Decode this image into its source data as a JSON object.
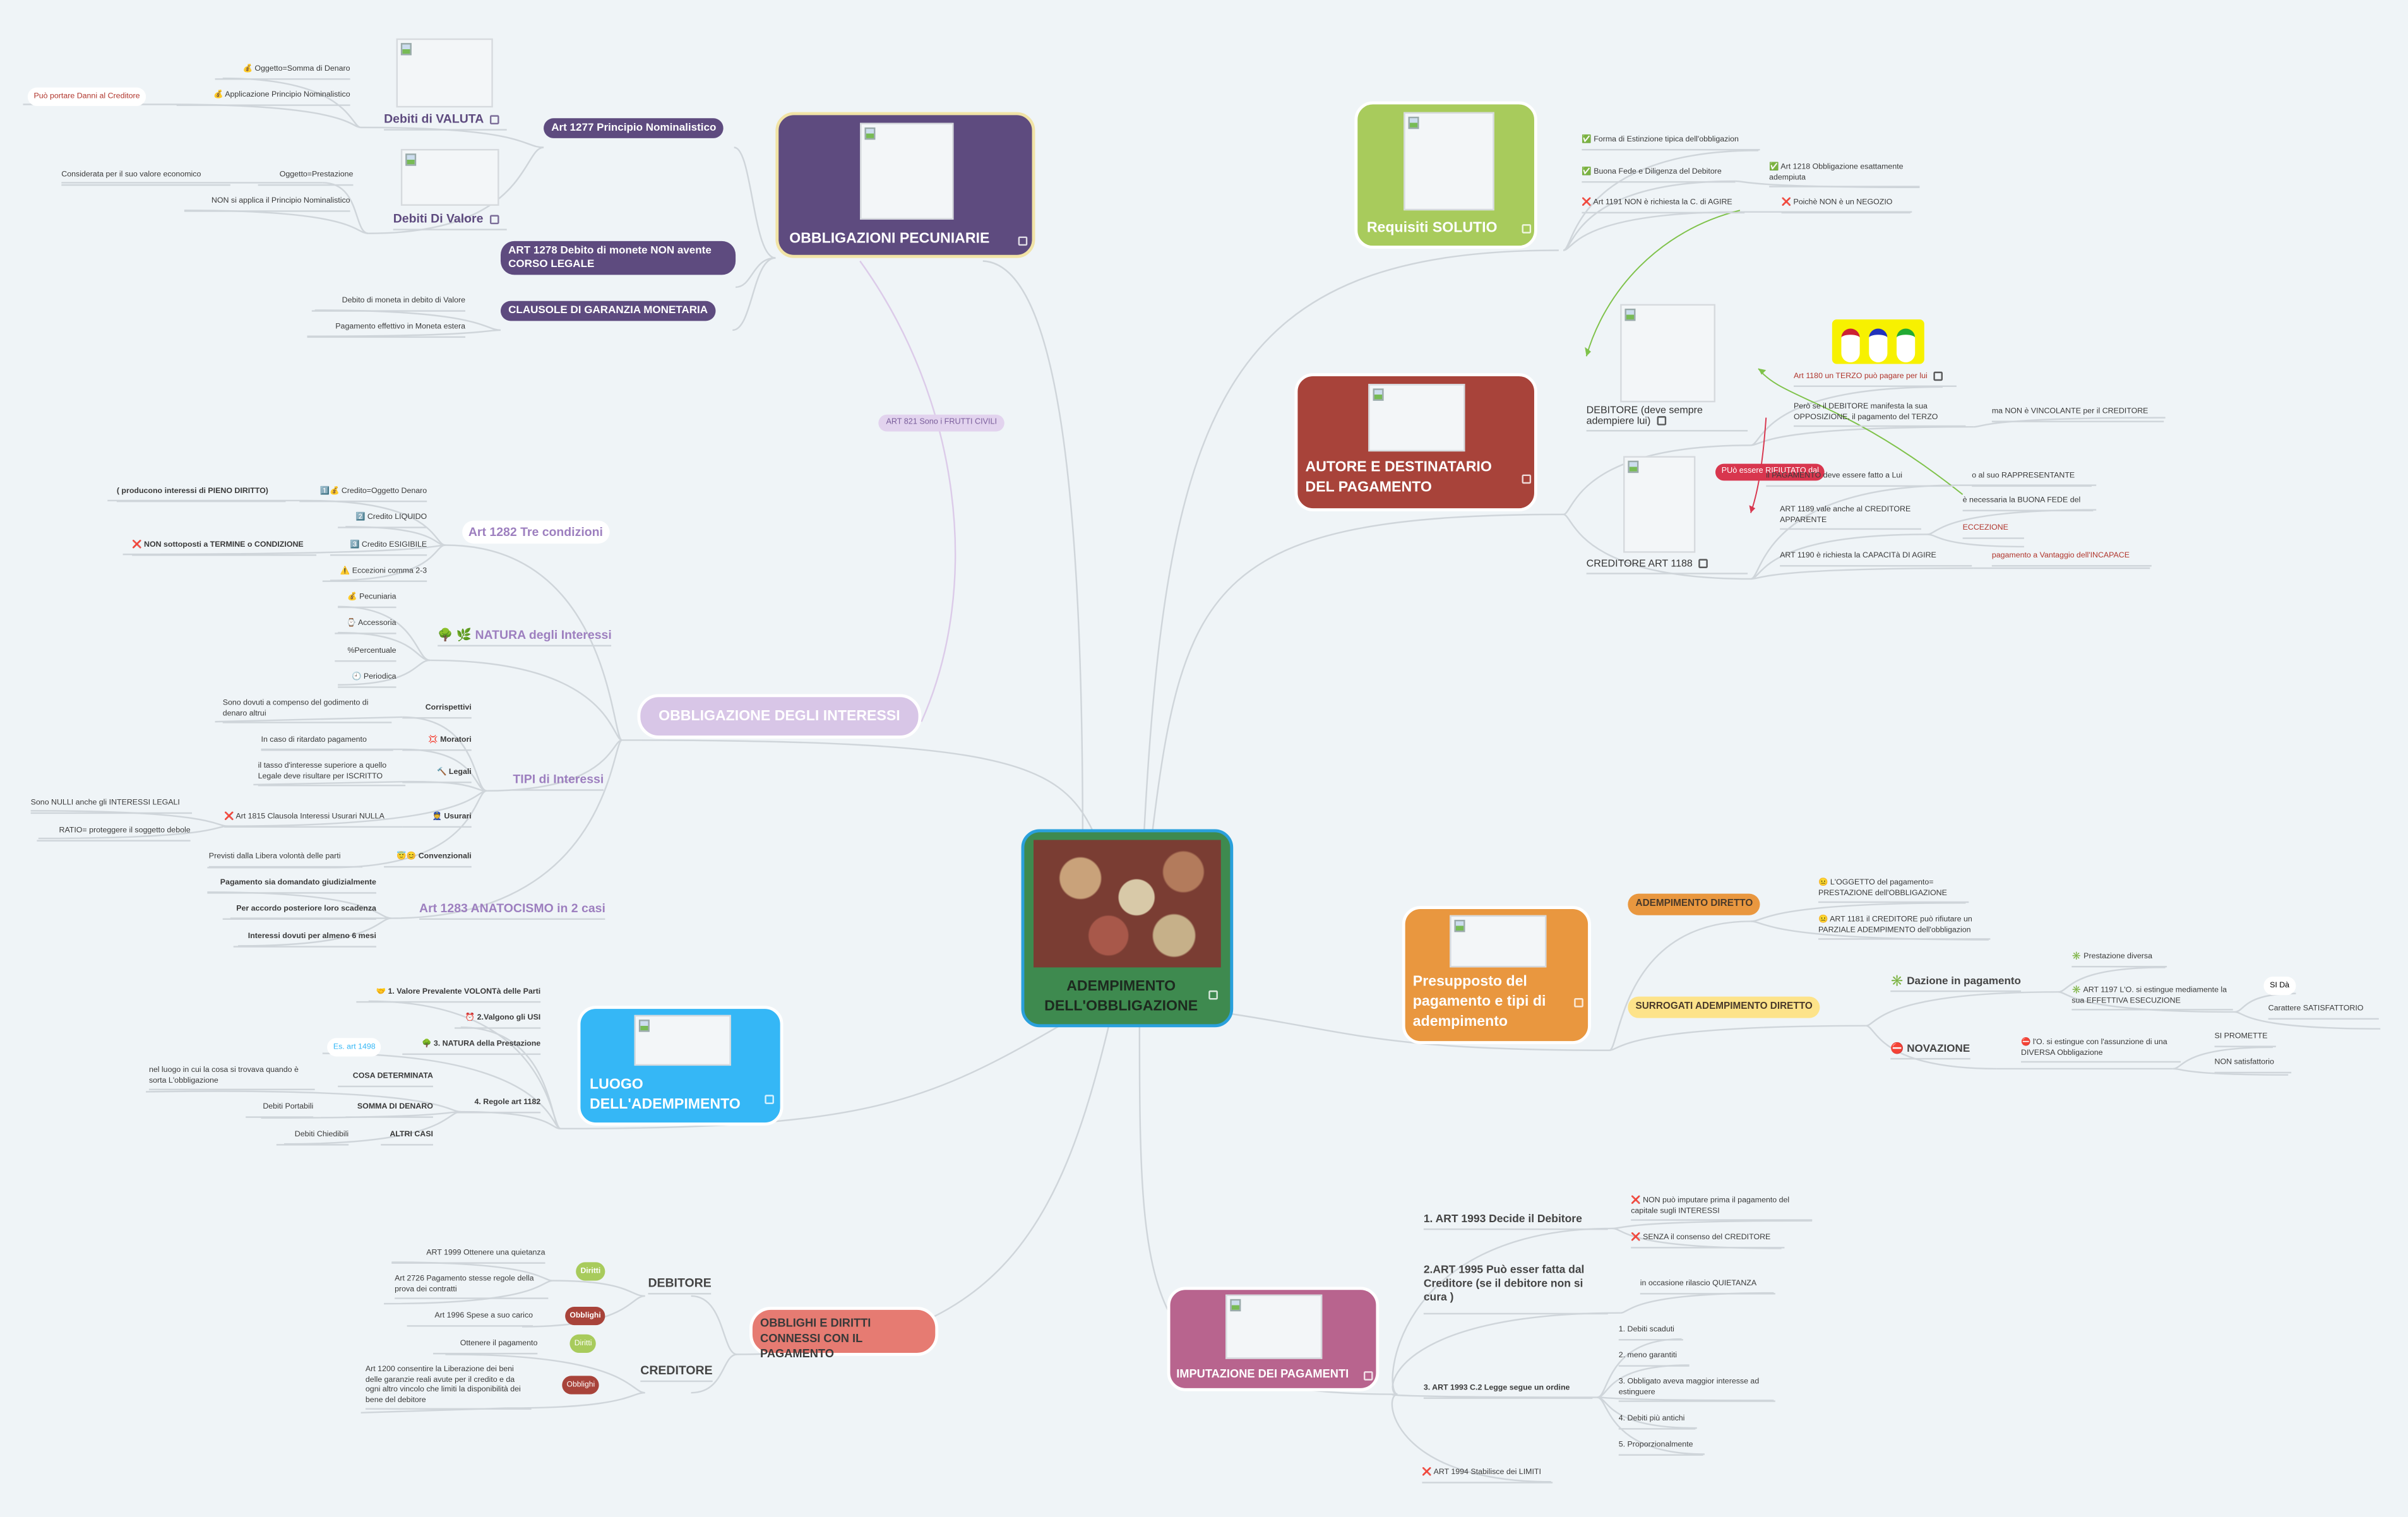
{
  "central": {
    "title": "ADEMPIMENTO DELL'OBBLIGAZIONE"
  },
  "colors": {
    "background": "#eff4f7",
    "central": "#3e8a4f",
    "central_border": "#2aa0dc",
    "pecuniarie": "#5e4b7f",
    "requisiti": "#a8cb5c",
    "autore": "#a8433a",
    "presupposto": "#e9973f",
    "imputazione": "#b8648e",
    "obblighi": "#e67b72",
    "luogo": "#35b7f6",
    "interessi": "#d8c6e7",
    "link": "#cfd5da"
  },
  "pecuniarie": {
    "title": "OBBLIGAZIONI PECUNIARIE",
    "art1277": "Art 1277 Principio Nominalistico",
    "art1278": "ART 1278 Debito di monete NON avente CORSO LEGALE",
    "clausole": "CLAUSOLE DI GARANZIA  MONETARIA",
    "valuta": {
      "title": "Debiti di VALUTA",
      "items": [
        "💰 Oggetto=Somma di Denaro",
        "💰 Applicazione Principio Nominalistico"
      ],
      "note": "Può portare Danni al Creditore"
    },
    "valore": {
      "title": "Debiti Di Valore",
      "items": [
        "Oggetto=Prestazione",
        "NON si applica il Principio Nominalistico"
      ],
      "note": "Considerata per il suo valore  economico"
    },
    "clausole_items": [
      "Debito di moneta in debito di Valore",
      "Pagamento effettivo in Moneta estera"
    ]
  },
  "frutti": "ART 821 Sono i FRUTTI CIVILI",
  "interessi": {
    "title": "OBBLIGAZIONE DEGLI INTERESSI",
    "art1282": {
      "title": "Art 1282 Tre condizioni",
      "items": [
        "1️⃣💰 Credito=Oggetto Denaro",
        "2️⃣ Credito LIQUIDO",
        "3️⃣ Credito ESIGIBILE",
        "⚠️ Eccezioni comma 2-3"
      ],
      "note1": "( producono interessi di PIENO DIRITTO)",
      "note3": "❌ NON sottoposti a TERMINE o CONDIZIONE"
    },
    "natura": {
      "title": "🌳 🌿 NATURA degli Interessi",
      "items": [
        "💰 Pecuniaria",
        "⌚ Accessoria",
        "%Percentuale",
        "🕘 Periodica"
      ]
    },
    "tipi": {
      "title": "TIPI di Interessi",
      "corrispettivi": "Corrispettivi",
      "corrispettivi_note": "Sono dovuti a compenso del godimento di denaro altrui",
      "moratori": "💢 Moratori",
      "moratori_note": "In caso di ritardato pagamento",
      "legali": "🔨 Legali",
      "legali_note": "il tasso d'interesse superiore a quello Legale deve risultare per ISCRITTO",
      "usurari": "👮 Usurari",
      "usurari_note": "❌ Art 1815 Clausola Interessi Usurari NULLA",
      "usurari_sub": [
        "Sono NULLI anche gli INTERESSI LEGALI",
        "RATIO= proteggere il soggetto debole"
      ],
      "convenzionali": "😇😊 Convenzionali",
      "convenzionali_note": "Previsti dalla Libera volontà delle parti"
    },
    "anatocismo": {
      "title": "Art 1283 ANATOCISMO in 2 casi",
      "items": [
        "Pagamento sia domandato giudizialmente",
        "Per accordo posteriore loro scadenza",
        "Interessi dovuti per almeno 6 mesi"
      ]
    }
  },
  "luogo": {
    "title": "LUOGO DELL'ADEMPIMENTO",
    "items": [
      "🤝 1. Valore Prevalente VOLONTà delle Parti",
      "⏰ 2.Valgono gli USI",
      "🌳 3. NATURA della Prestazione",
      "4. Regole art 1182"
    ],
    "es": "Es. art 1498",
    "regole": [
      {
        "label": "COSA DETERMINATA",
        "note": "nel luogo in cui la cosa si trovava quando è sorta L'obbligazione"
      },
      {
        "label": "SOMMA DI DENARO",
        "note": "Debiti Portabili"
      },
      {
        "label": "ALTRI CASI",
        "note": "Debiti Chiedibili"
      }
    ]
  },
  "obblighi": {
    "title": "OBBLIGHI E DIRITTI CONNESSI CON IL PAGAMENTO",
    "debitore": {
      "title": "DEBITORE",
      "diritti": "Diritti",
      "obblighi": "Obblighi",
      "diritti_items": [
        "ART 1999 Ottenere  una quietanza",
        "Art 2726 Pagamento stesse regole della prova dei contratti"
      ],
      "obblighi_items": [
        "Art 1996 Spese a suo carico"
      ]
    },
    "creditore": {
      "title": "CREDITORE",
      "diritti": "Diritti",
      "obblighi": "Obblighi",
      "diritti_items": [
        "Ottenere il pagamento"
      ],
      "obblighi_items": [
        "Art 1200 consentire la Liberazione dei beni delle garanzie reali avute per il credito e da ogni altro vincolo che limiti la disponibilità dei bene del debitore"
      ]
    }
  },
  "imputazione": {
    "title": "IMPUTAZIONE DEI PAGAMENTI",
    "r1": {
      "title": "1. ART 1993 Decide il Debitore",
      "items": [
        "❌ NON può imputare prima il pagamento del capitale sugli INTERESSI",
        "❌ SENZA il consenso del CREDITORE"
      ]
    },
    "r2": {
      "title": "2.ART 1995 Può esser fatta dal Creditore (se il debitore non si cura )",
      "items": [
        "in occasione rilascio QUIETANZA"
      ]
    },
    "r3": {
      "title": "3. ART 1993 C.2  Legge segue un ordine",
      "items": [
        "1. Debiti scaduti",
        "2. meno garantiti",
        "3. Obbligato aveva maggior interesse ad estinguere",
        "4. Debiti più antichi",
        "5. Proporzionalmente"
      ]
    },
    "r4": "❌ ART 1994 Stabilisce dei LIMITI"
  },
  "presupposto": {
    "title": "Presupposto del pagamento e tipi di adempimento",
    "diretto": {
      "title": "ADEMPIMENTO DIRETTO",
      "items": [
        "😐 L'OGGETTO  del pagamento= PRESTAZIONE dell'OBBLIGAZIONE",
        "😐 ART 1181  il CREDITORE può rifiutare un PARZIALE ADEMPIMENTO dell'obbligazion"
      ]
    },
    "surrogati": {
      "title": "SURROGATI ADEMPIMENTO DIRETTO",
      "dazione": {
        "title": "✳️ Dazione in pagamento",
        "items": [
          "✳️ Prestazione diversa",
          "✳️ ART 1197 L'O. si estingue  mediamente la sua  EFFETTIVA ESECUZIONE"
        ],
        "sub": [
          "SI Dà",
          "Carattere SATISFATTORIO"
        ]
      },
      "novazione": {
        "title": "⛔ NOVAZIONE",
        "item": "⛔ l'O. si estingue con l'assunzione di una DIVERSA  Obbligazione",
        "sub": [
          "SI PROMETTE",
          "NON satisfattorio"
        ]
      }
    }
  },
  "requisiti": {
    "title": "Requisiti SOLUTIO",
    "items": [
      "✅ Forma di Estinzione tipica dell'obbligazion",
      "✅ Buona Fede e Diligenza del Debitore",
      "❌ Art 1191 NON è richiesta la C. di AGIRE"
    ],
    "sub2": "✅ Art 1218 Obbligazione esattamente adempiuta",
    "sub3": "❌ Poichè NON è un NEGOZIO"
  },
  "autore": {
    "title": "AUTORE E DESTINATARIO DEL PAGAMENTO",
    "debitore": {
      "title": "DEBITORE (deve sempre adempiere lui)",
      "art1180": "Art 1180  un TERZO può pagare per lui",
      "opposizione": "Però se il DEBITORE manifesta la sua OPPOSIZIONE, il pagamento del TERZO",
      "vincolante": "ma NON è VINCOLANTE per il CREDITORE"
    },
    "creditore": {
      "title": "CREDITORE ART 1188",
      "rifiutato": "PUò essere RIFIUTATO dal",
      "pagamento": "il PAGAMENTO deve essere fatto a Lui",
      "rappresentante": "o al suo RAPPRESENTANTE",
      "art1189": "ART 1189 vale anche al CREDITORE APPARENTE",
      "buona_fede": "è necessaria la BUONA FEDE del",
      "eccezione": "ECCEZIONE",
      "art1190": "ART 1190 è richiesta la CAPACITà DI AGIRE",
      "incapace": "pagamento a Vantaggio dell'INCAPACE"
    }
  }
}
